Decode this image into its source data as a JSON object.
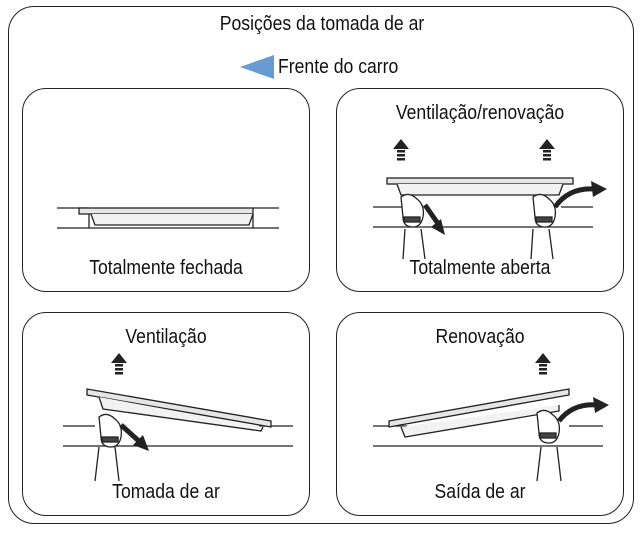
{
  "title": "Posições da tomada de ar",
  "front_label": "Frente do carro",
  "colors": {
    "arrow": "#6a9ad2",
    "outline": "#222222",
    "panel_fill": "#e6e6e6"
  },
  "panels": [
    {
      "top_label": "",
      "bottom_label": "Totalmente fechada"
    },
    {
      "top_label": "Ventilação/renovação",
      "bottom_label": "Totalmente aberta"
    },
    {
      "top_label": "Ventilação",
      "bottom_label": "Tomada de ar"
    },
    {
      "top_label": "Renovação",
      "bottom_label": "Saída de ar"
    }
  ]
}
